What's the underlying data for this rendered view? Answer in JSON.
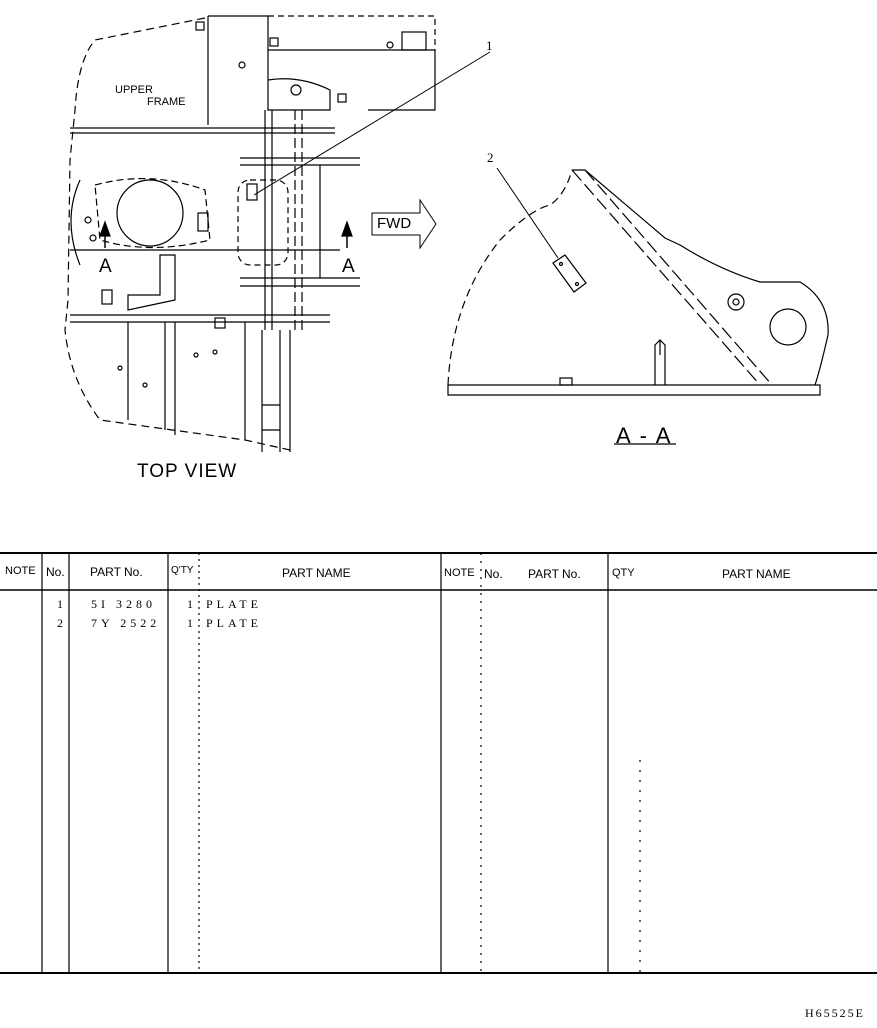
{
  "drawing": {
    "frame_label_line1": "UPPER",
    "frame_label_line2": "FRAME",
    "section_marker_left": "A",
    "section_marker_right": "A",
    "fwd_label": "FWD",
    "top_view_title": "TOP VIEW",
    "section_title": "A - A",
    "callout_1": "1",
    "callout_2": "2"
  },
  "table": {
    "headers_left": {
      "note": "NOTE",
      "no": "No.",
      "part_no": "PART No.",
      "qty": "Q'TY",
      "part_name": "PART NAME"
    },
    "headers_right": {
      "note": "NOTE",
      "no": "No.",
      "part_no": "PART No.",
      "qty": "QTY",
      "part_name": "PART NAME"
    },
    "rows": [
      {
        "no": "1",
        "part_no": "5I 3280",
        "qty": "1",
        "part_name": "PLATE"
      },
      {
        "no": "2",
        "part_no": "7Y 2522",
        "qty": "1",
        "part_name": "PLATE"
      }
    ]
  },
  "drawing_number": "H65525E"
}
